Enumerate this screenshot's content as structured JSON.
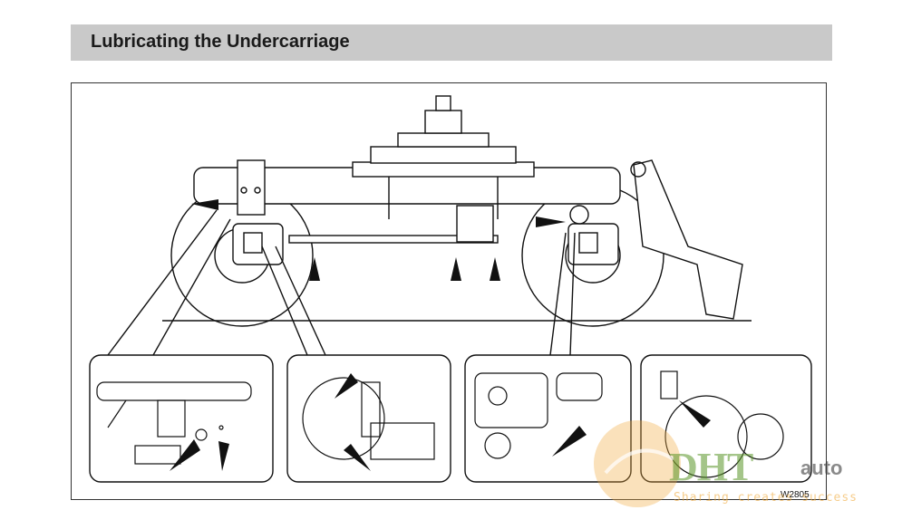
{
  "section": {
    "title": "Lubricating the Undercarriage"
  },
  "figure": {
    "code": "W2805",
    "icons": [
      "lubrication-point-arrow-icon"
    ]
  },
  "watermark": {
    "logo_text": "DHT",
    "logo_suffix": "auto",
    "tagline": "Sharing creates success",
    "colors": {
      "green": "#5a9628",
      "orange": "#f0aa3c"
    }
  }
}
